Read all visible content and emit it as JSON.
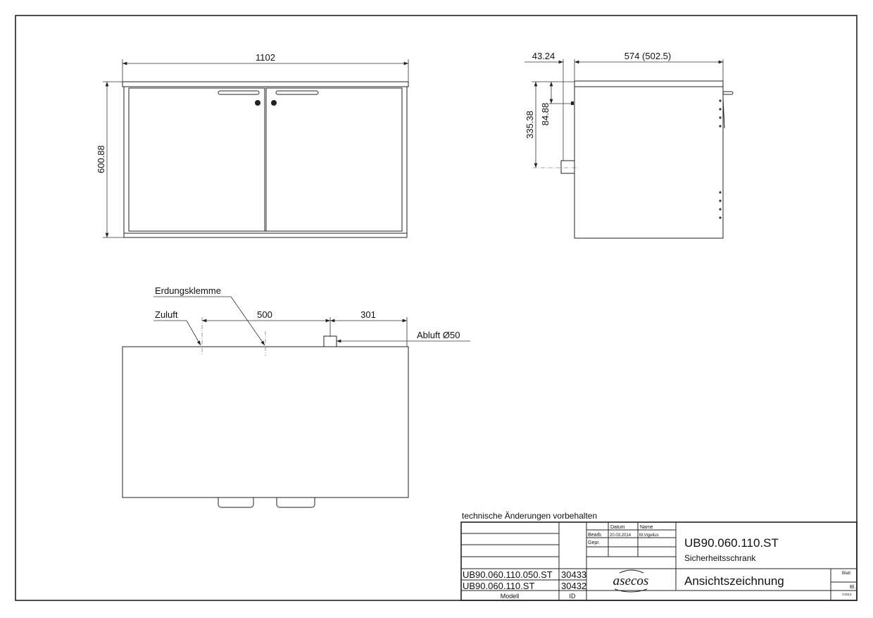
{
  "front_view": {
    "width_dim": "1102",
    "height_dim": "600.88"
  },
  "side_view": {
    "depth_dim": "574 (502.5)",
    "offset_dim": "43.24",
    "vent_height_dim": "335.38",
    "terminal_height_dim": "84.88"
  },
  "top_view": {
    "labels": {
      "ground": "Erdungsklemme",
      "supply": "Zuluft",
      "exhaust": "Abluft Ø50"
    },
    "dim_a": "500",
    "dim_b": "301"
  },
  "note": "technische Änderungen vorbehalten",
  "title_block": {
    "datum_header": "Datum",
    "name_header": "Name",
    "bearb_label": "Bearb.",
    "bearb_date": "20.03.2014",
    "bearb_name": "M.Vigelius",
    "gepr_label": "Gepr.",
    "drawing_number": "UB90.060.110.ST",
    "description": "Sicherheitsschrank",
    "drawing_title": "Ansichtszeichnung",
    "logo": "asecos",
    "blatt_label": "Blatt",
    "bl_label": "Bl.",
    "copyright": "©2013",
    "models": [
      {
        "model": "UB90.060.110.050.ST",
        "id": "30433"
      },
      {
        "model": "UB90.060.110.ST",
        "id": "30432"
      }
    ],
    "model_header": "Modell",
    "id_header": "ID"
  }
}
